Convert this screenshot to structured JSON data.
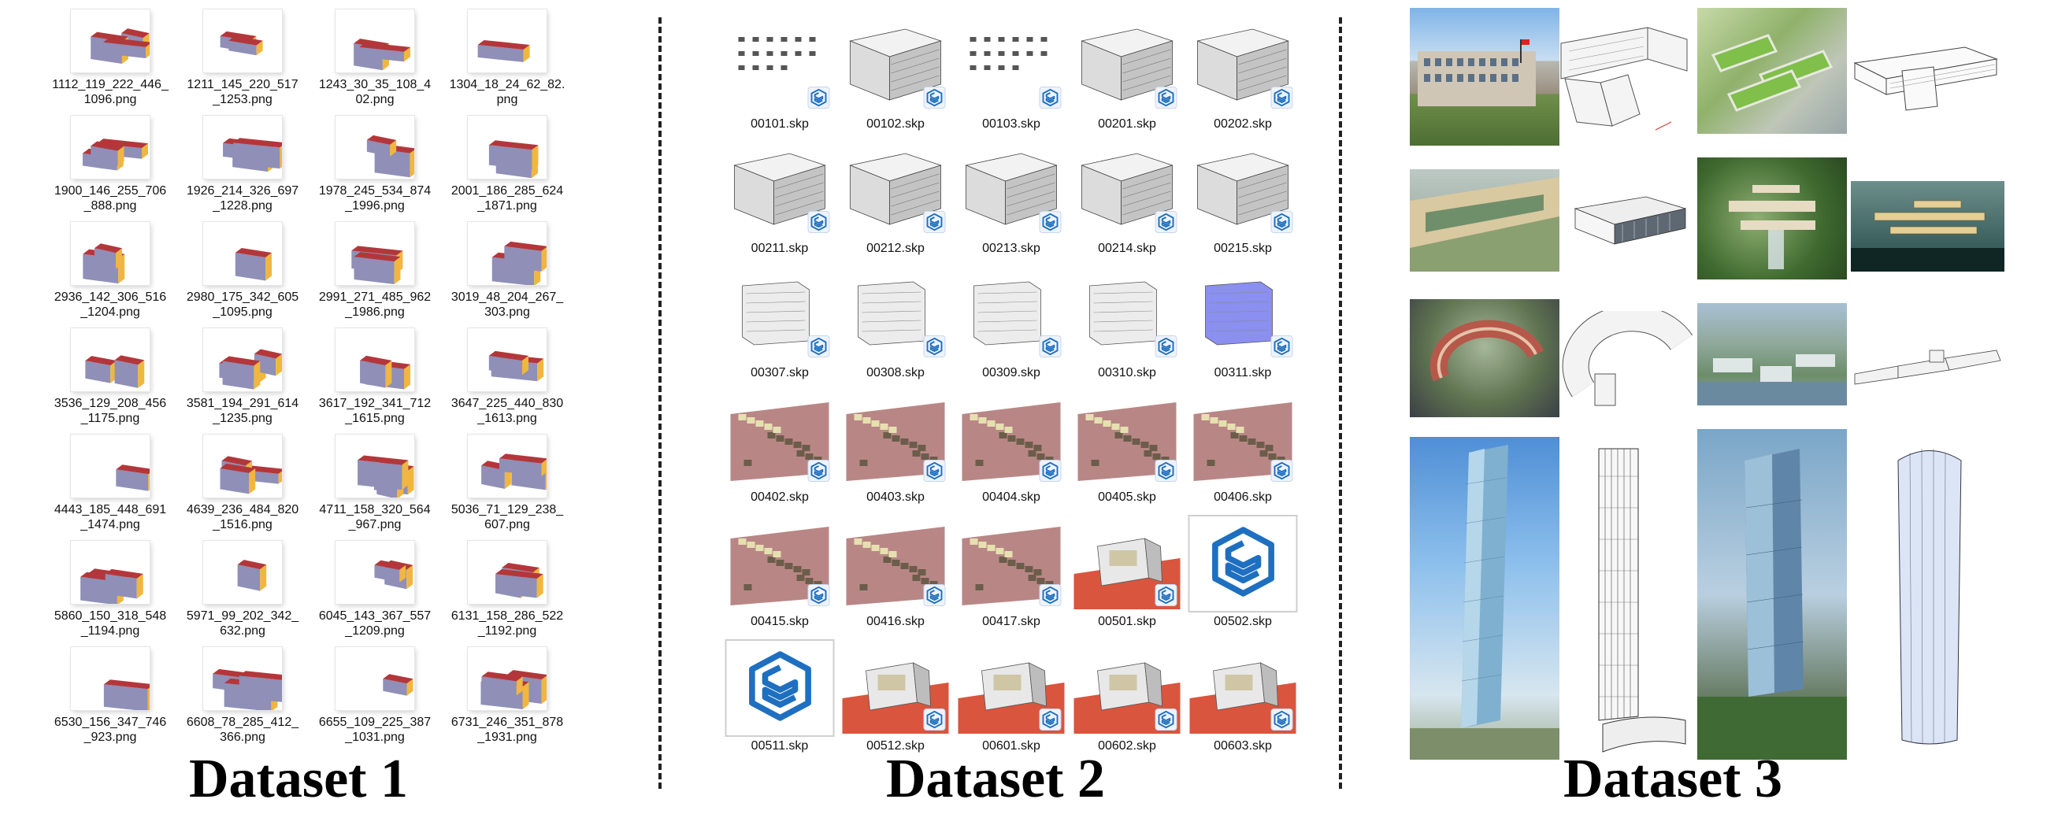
{
  "dataset1": {
    "title": "Dataset 1",
    "items": [
      "1112_119_222_446_1096.png",
      "1211_145_220_517_1253.png",
      "1243_30_35_108_402.png",
      "1304_18_24_62_82.png",
      "1900_146_255_706_888.png",
      "1926_214_326_697_1228.png",
      "1978_245_534_874_1996.png",
      "2001_186_285_624_1871.png",
      "2936_142_306_516_1204.png",
      "2980_175_342_605_1095.png",
      "2991_271_485_962_1986.png",
      "3019_48_204_267_303.png",
      "3536_129_208_456_1175.png",
      "3581_194_291_614_1235.png",
      "3617_192_341_712_1615.png",
      "3647_225_440_830_1613.png",
      "4443_185_448_691_1474.png",
      "4639_236_484_820_1516.png",
      "4711_158_320_564_967.png",
      "5036_71_129_238_607.png",
      "5860_150_318_548_1194.png",
      "5971_99_202_342_632.png",
      "6045_143_367_557_1209.png",
      "6131_158_286_522_1192.png",
      "6530_156_347_746_923.png",
      "6608_78_285_412_366.png",
      "6655_109_225_387_1031.png",
      "6731_246_351_878_1931.png"
    ]
  },
  "dataset2": {
    "title": "Dataset 2",
    "items": [
      "00101.skp",
      "00102.skp",
      "00103.skp",
      "00201.skp",
      "00202.skp",
      "00211.skp",
      "00212.skp",
      "00213.skp",
      "00214.skp",
      "00215.skp",
      "00307.skp",
      "00308.skp",
      "00309.skp",
      "00310.skp",
      "00311.skp",
      "00402.skp",
      "00403.skp",
      "00404.skp",
      "00405.skp",
      "00406.skp",
      "00415.skp",
      "00416.skp",
      "00417.skp",
      "00501.skp",
      "00502.skp",
      "00511.skp",
      "00512.skp",
      "00601.skp",
      "00602.skp",
      "00603.skp"
    ]
  },
  "dataset3": {
    "title": "Dataset 3"
  },
  "colors": {
    "roof": "#b3373a",
    "wall": "#f0b63f",
    "facade": "#8f8fb8",
    "site_pink": "#b98686",
    "site_red": "#d9553e",
    "skp_blue": "#1e6fc0"
  }
}
